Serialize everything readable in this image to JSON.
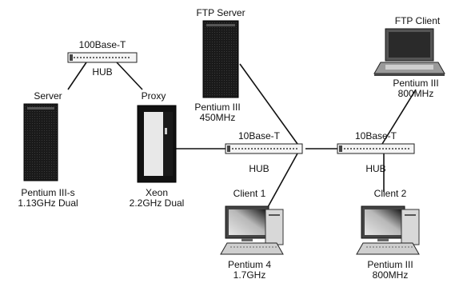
{
  "diagram": {
    "hubs": [
      {
        "speed": "100Base-T",
        "label": "HUB"
      },
      {
        "speed": "10Base-T",
        "label": "HUB"
      },
      {
        "speed": "10Base-T",
        "label": "HUB"
      }
    ],
    "nodes": [
      {
        "name": "Server",
        "spec_line1": "Pentium III-s",
        "spec_line2": "1.13GHz Dual"
      },
      {
        "name": "Proxy",
        "spec_line1": "Xeon",
        "spec_line2": "2.2GHz Dual"
      },
      {
        "name": "FTP Server",
        "spec_line1": "Pentium III",
        "spec_line2": "450MHz"
      },
      {
        "name": "FTP Client",
        "spec_line1": "Pentium III",
        "spec_line2": "800MHz"
      },
      {
        "name": "Client 1",
        "spec_line1": "Pentium 4",
        "spec_line2": "1.7GHz"
      },
      {
        "name": "Client 2",
        "spec_line1": "Pentium III",
        "spec_line2": "800MHz"
      }
    ]
  }
}
